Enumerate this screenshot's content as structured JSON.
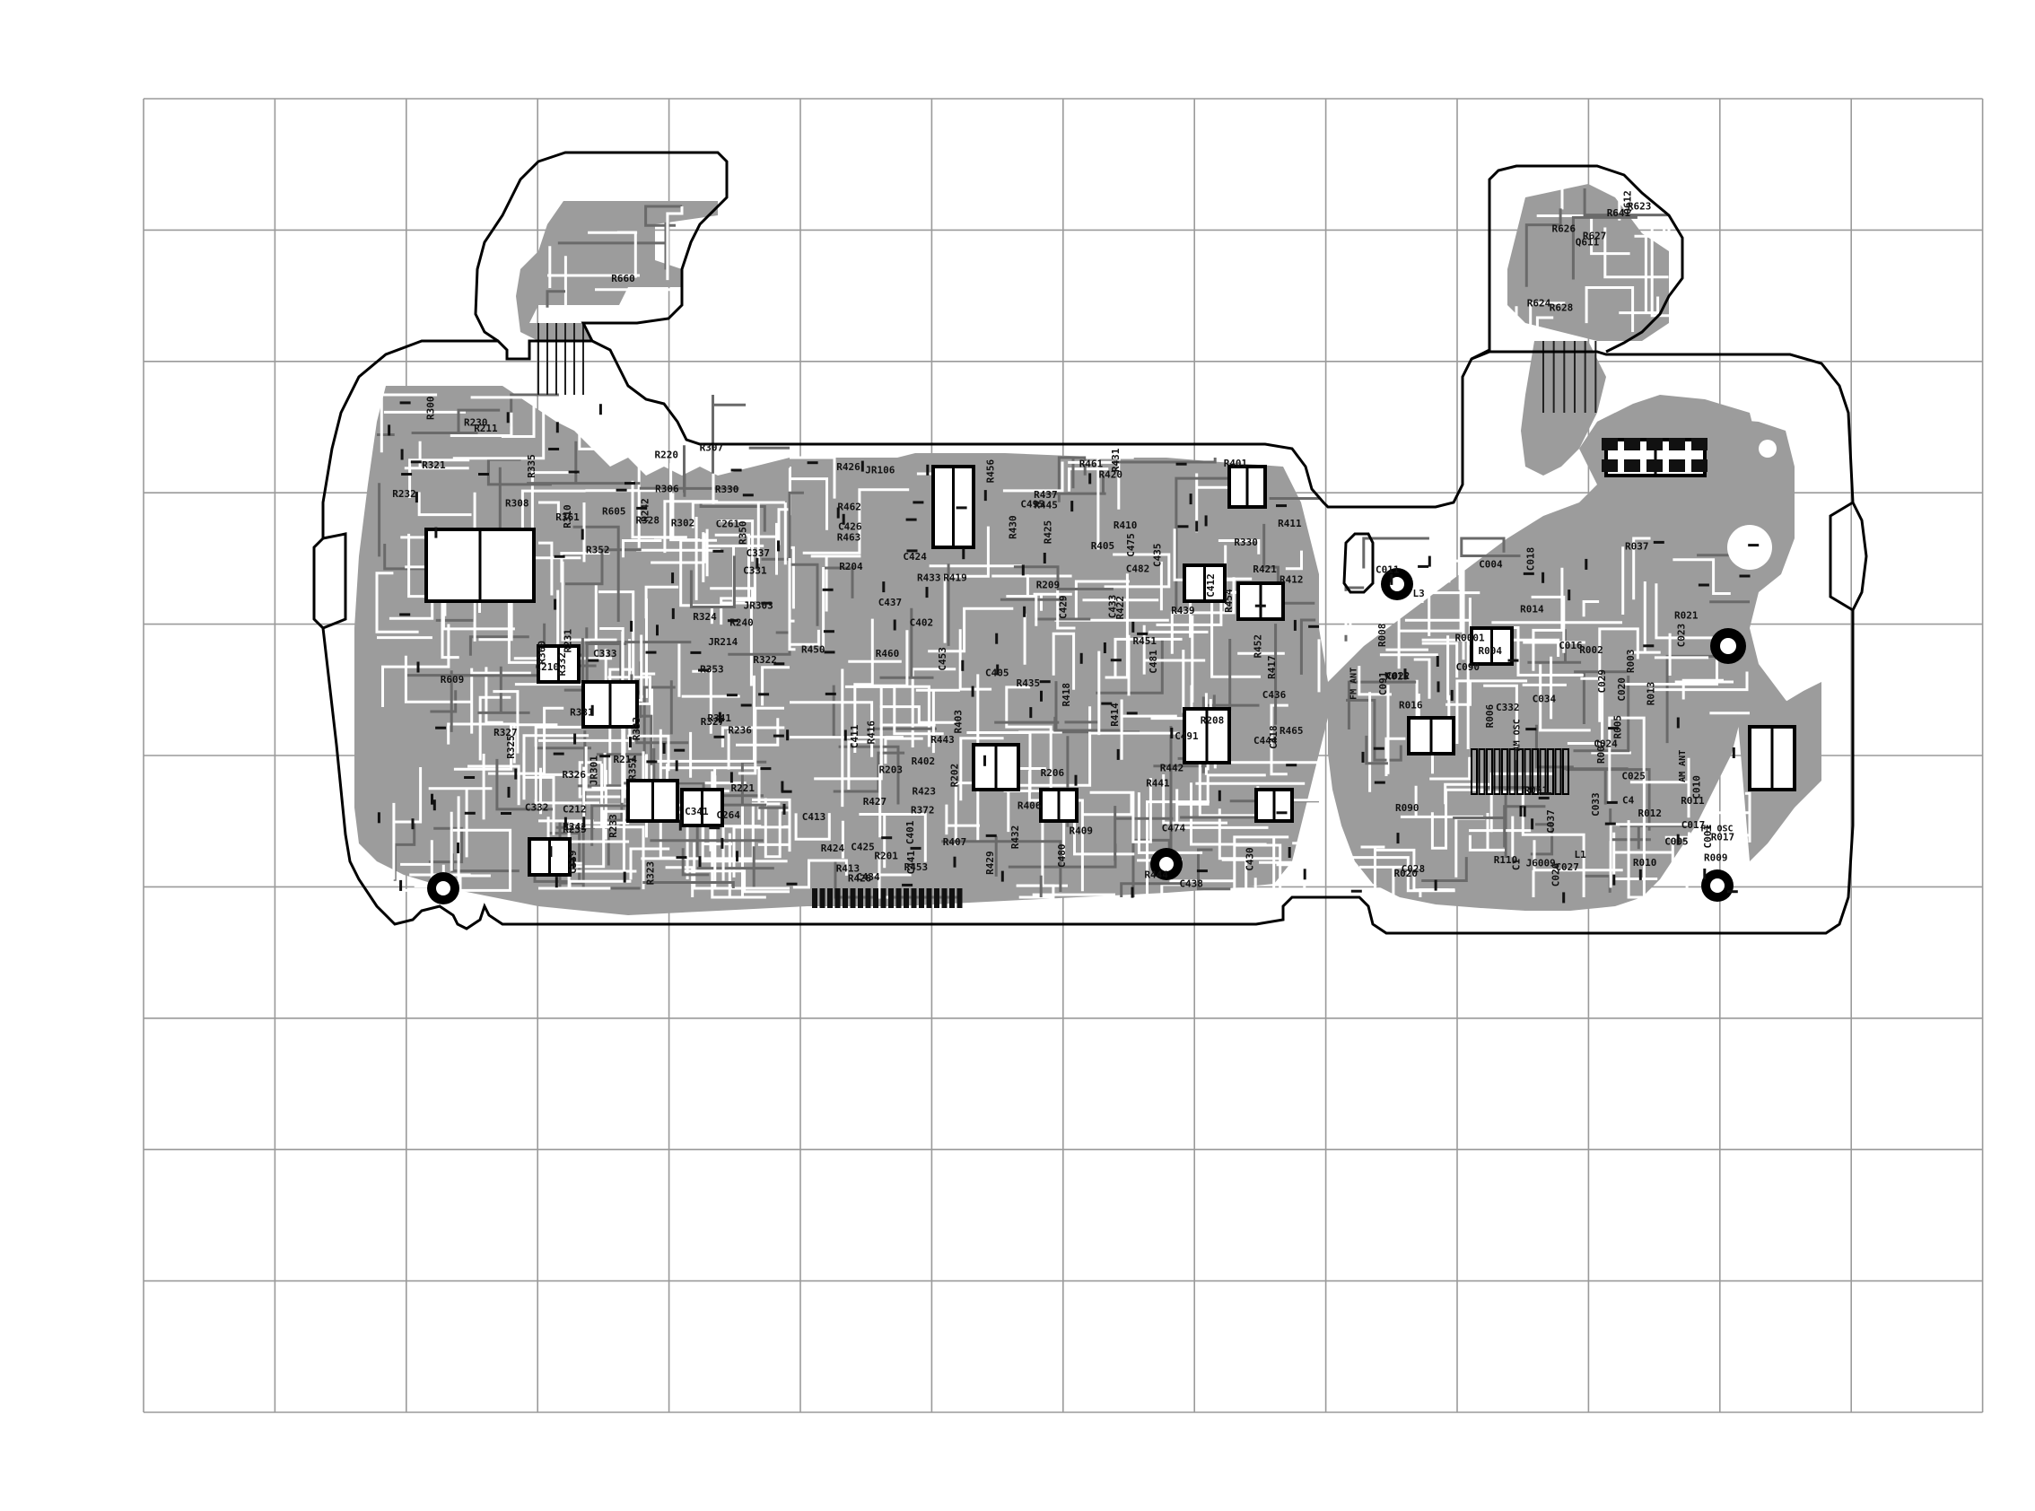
{
  "diagram": {
    "colors": {
      "copper": "#9c9c9c",
      "grid": "#9a9a9a",
      "outline": "#000000",
      "background": "#ffffff"
    },
    "component_labels": {
      "flex_left": [
        "R660"
      ],
      "left": [
        "R321",
        "R322",
        "R323",
        "R324",
        "R325",
        "R326",
        "R327",
        "R328",
        "R330",
        "R331",
        "R332",
        "R333",
        "R335",
        "R341",
        "R350",
        "R351",
        "R352",
        "R353",
        "R360",
        "R361",
        "C337",
        "C341",
        "C339",
        "C331",
        "C332",
        "C333",
        "C261",
        "C264",
        "C210",
        "C212",
        "R211",
        "R214",
        "R220",
        "R221",
        "R230",
        "R231",
        "R232",
        "R233",
        "R235",
        "R236",
        "R240",
        "R241",
        "R242",
        "R605",
        "R609",
        "JR214",
        "JR301",
        "JR303",
        "R308",
        "R310",
        "R306",
        "R302",
        "R300",
        "R327 ",
        "R307"
      ],
      "center": [
        "R401",
        "R402",
        "R403",
        "R405",
        "R406",
        "R407",
        "R409",
        "R410",
        "R411",
        "R412",
        "R413",
        "R414",
        "R416",
        "R417",
        "R418",
        "R419",
        "R420",
        "R421",
        "R422",
        "R423",
        "R424",
        "R425",
        "R426",
        "R427",
        "R428",
        "R429",
        "R430",
        "R431",
        "R432",
        "R433",
        "R435",
        "R437",
        "R439",
        "R441",
        "R442",
        "R443",
        "R444",
        "R445",
        "R450",
        "R451",
        "R452",
        "R453",
        "R454",
        "R456",
        "R460",
        "R461",
        "R462",
        "R463",
        "R465",
        "C401",
        "C402",
        "C405",
        "C411",
        "C412",
        "C413",
        "C418",
        "C424",
        "C425",
        "C426",
        "C429",
        "C430",
        "C433",
        "C434",
        "C435",
        "C436",
        "C437",
        "C438",
        "C441",
        "C444",
        "C453",
        "C474",
        "C475",
        "C480",
        "C481",
        "C482",
        "C491",
        "C495",
        "JR106",
        "R372",
        "R201",
        "R202",
        "R203",
        "R204",
        "R206",
        "R208",
        "R209",
        "R330"
      ],
      "right": [
        "R001",
        "R002",
        "R003",
        "R004",
        "R005",
        "R006",
        "R007",
        "R008",
        "R009",
        "R010",
        "R011",
        "R012",
        "R013",
        "R014",
        "R015",
        "R016",
        "R017",
        "R020",
        "R021",
        "R037",
        "R090",
        "R110",
        "C001",
        "C004",
        "C005",
        "C010",
        "C011",
        "C016",
        "C017",
        "C018",
        "C020",
        "C022",
        "C023",
        "C024",
        "C025",
        "C026",
        "C027",
        "C028",
        "C029",
        "C033",
        "C034",
        "C037",
        "C090",
        "C091",
        "C332",
        "L1",
        "L3",
        "AM OSC",
        "AM ANT",
        "FM OSC",
        "FM ANT",
        "C1",
        "C4",
        "R0001",
        "J6009"
      ],
      "flex_right": [
        "R641",
        "R627",
        "R628",
        "R626",
        "R624",
        "R623",
        "Q611",
        "Q612"
      ]
    }
  }
}
